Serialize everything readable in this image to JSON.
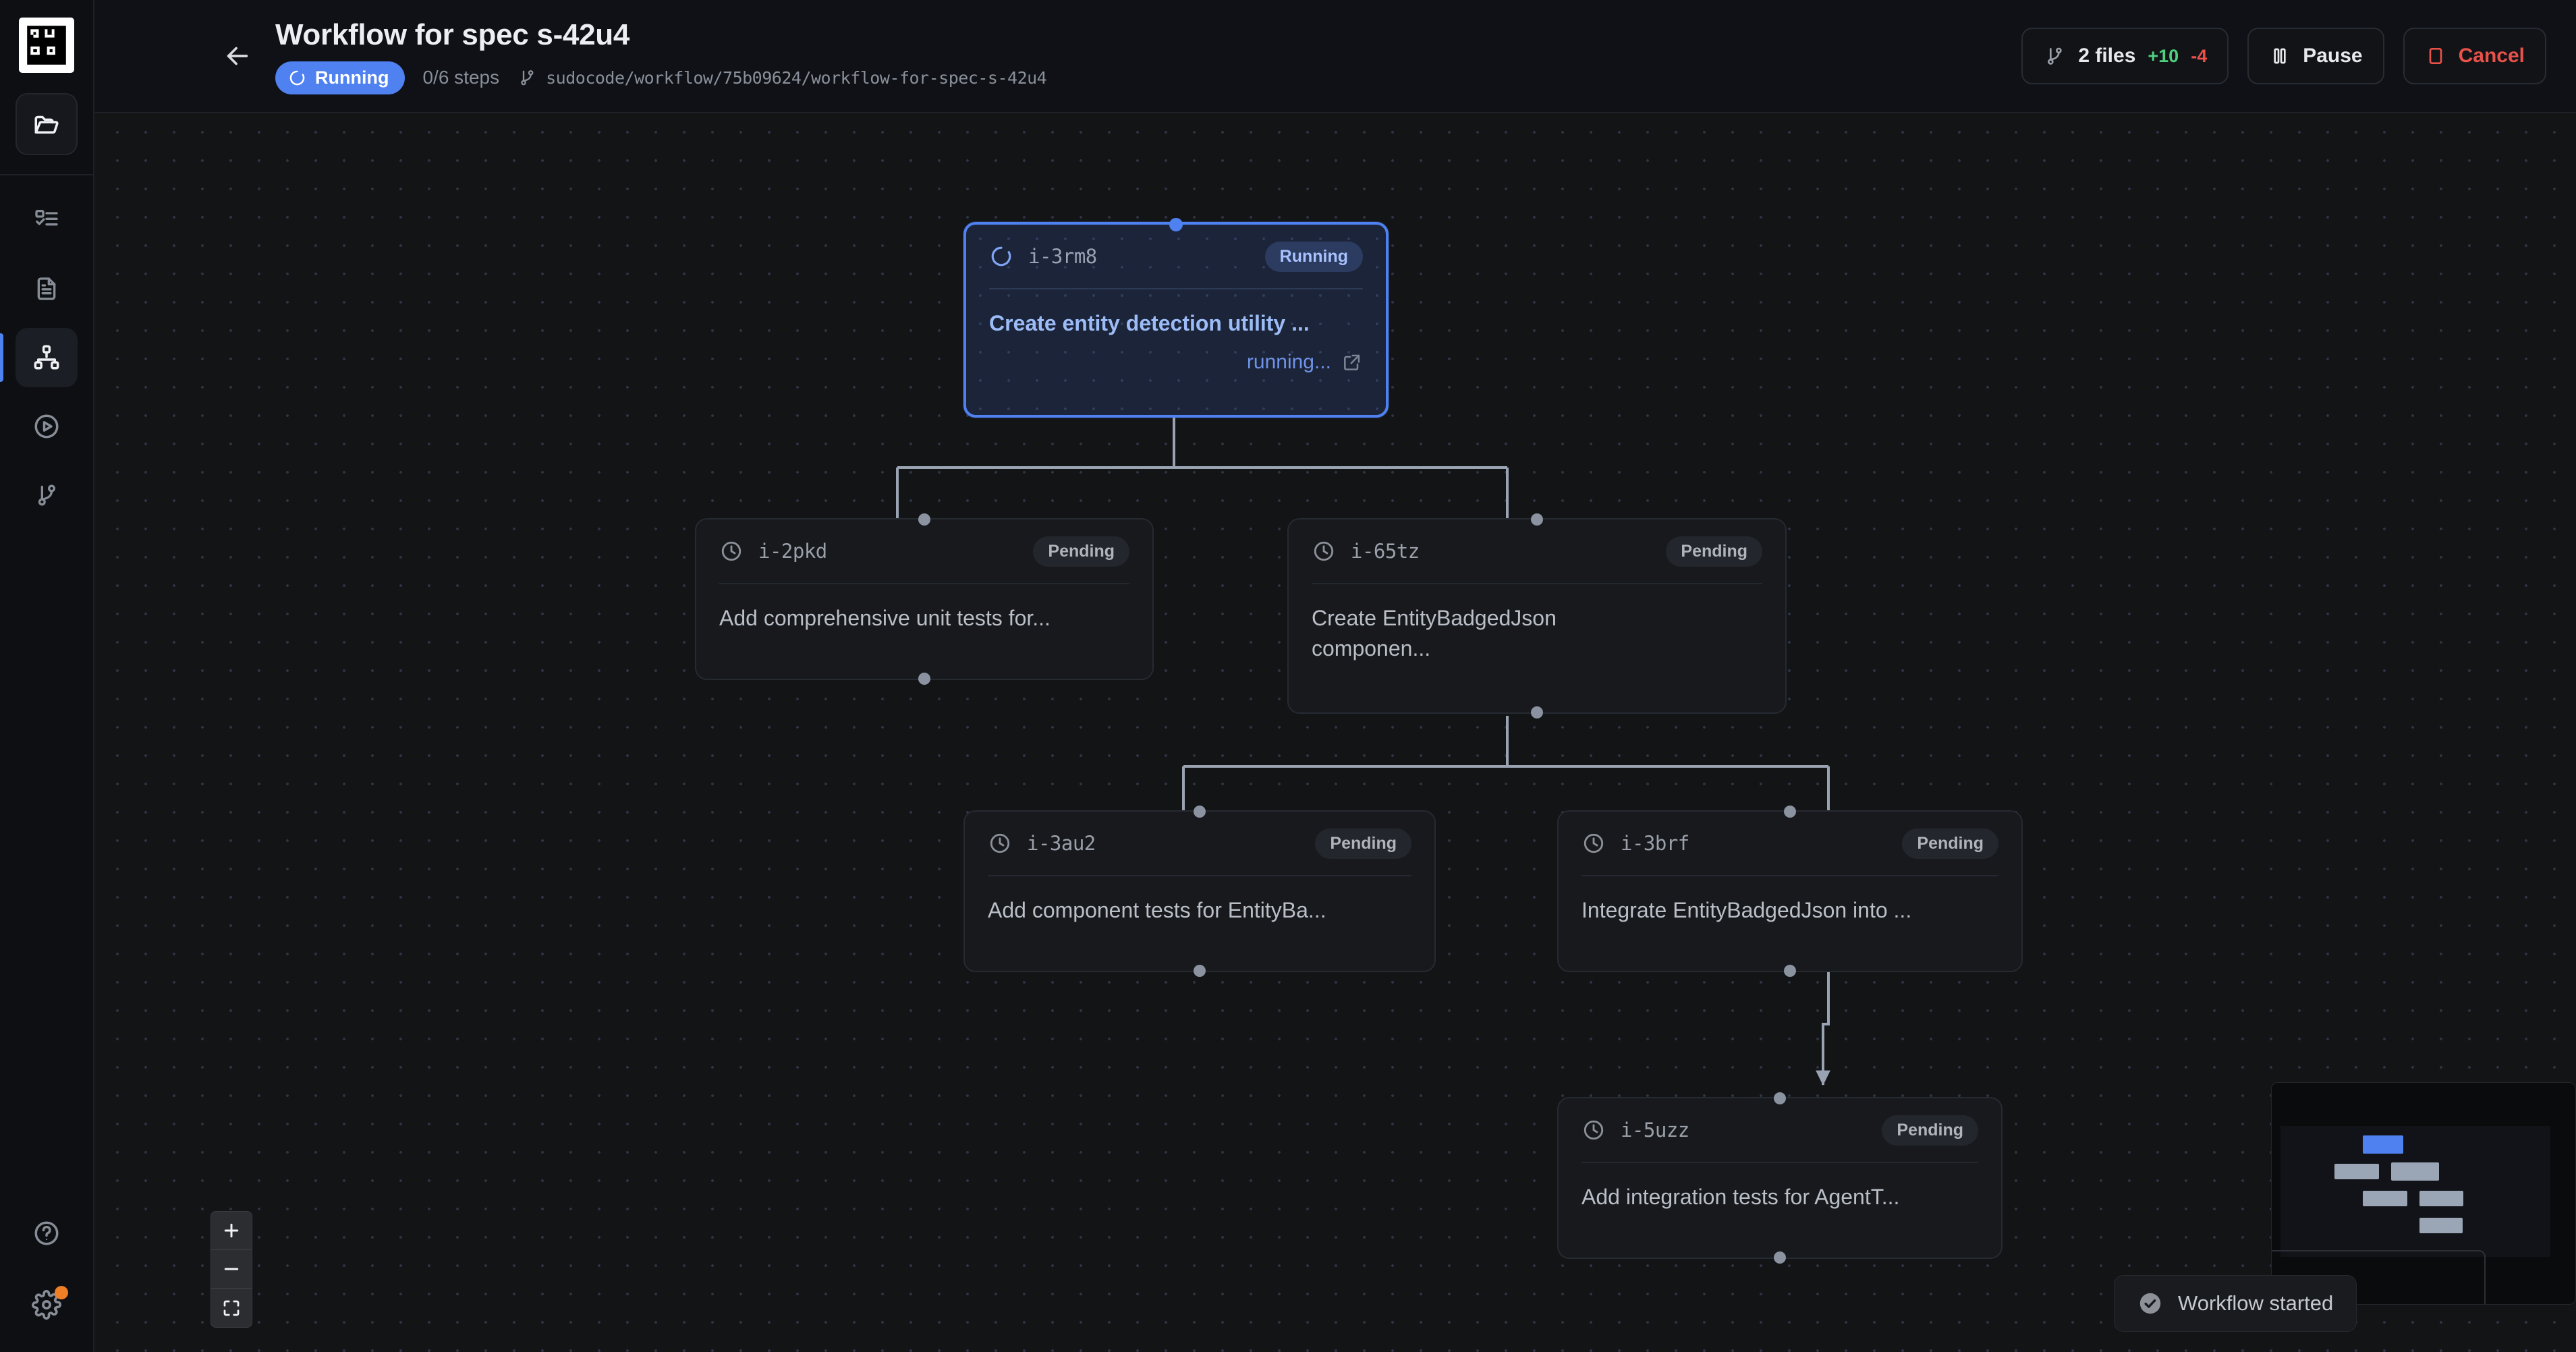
{
  "app": {
    "logo_name": "sudo-logo"
  },
  "sidebar": {
    "top_button": {
      "label": "Projects",
      "icon": "folder-open-icon"
    },
    "items": [
      {
        "label": "Tasks",
        "icon": "list-checks-icon",
        "active": false
      },
      {
        "label": "Specs",
        "icon": "file-text-icon",
        "active": false
      },
      {
        "label": "Workflows",
        "icon": "workflow-icon",
        "active": true
      },
      {
        "label": "Runs",
        "icon": "play-circle-icon",
        "active": false
      },
      {
        "label": "Branches",
        "icon": "git-branch-icon",
        "active": false
      }
    ],
    "bottom_items": [
      {
        "label": "Help",
        "icon": "help-circle-icon",
        "badge": false
      },
      {
        "label": "Settings",
        "icon": "gear-icon",
        "badge": true
      }
    ],
    "badge_color": "#ef7f24",
    "active_indicator_color": "#4f81f0"
  },
  "header": {
    "back_label": "Back",
    "title": "Workflow for spec s-42u4",
    "status_badge": {
      "label": "Running",
      "color": "#4f81f0"
    },
    "steps": "0/6 steps",
    "branch_path": "sudocode/workflow/75b09624/workflow-for-spec-s-42u4",
    "actions": {
      "files": {
        "label": "2 files",
        "additions": "+10",
        "deletions": "-4",
        "add_color": "#4ed07f",
        "del_color": "#e8524a"
      },
      "pause": {
        "label": "Pause"
      },
      "cancel": {
        "label": "Cancel",
        "color": "#e8524a"
      }
    }
  },
  "canvas": {
    "nodes": [
      {
        "id": "i-3rm8",
        "status": "Running",
        "title": "Create entity detection utility ...",
        "link_text": "running...",
        "state": "running",
        "icon": "spinner-icon"
      },
      {
        "id": "i-2pkd",
        "status": "Pending",
        "title": "Add comprehensive unit tests for...",
        "state": "pending",
        "icon": "clock-icon"
      },
      {
        "id": "i-65tz",
        "status": "Pending",
        "title": "Create EntityBadgedJson componen...",
        "state": "pending",
        "icon": "clock-icon"
      },
      {
        "id": "i-3au2",
        "status": "Pending",
        "title": "Add component tests for EntityBa...",
        "state": "pending",
        "icon": "clock-icon"
      },
      {
        "id": "i-3brf",
        "status": "Pending",
        "title": "Integrate EntityBadgedJson into ...",
        "state": "pending",
        "icon": "clock-icon"
      },
      {
        "id": "i-5uzz",
        "status": "Pending",
        "title": "Add integration tests for AgentT...",
        "state": "pending",
        "icon": "clock-icon"
      }
    ],
    "controls": [
      {
        "label": "Zoom in",
        "icon": "plus-icon"
      },
      {
        "label": "Zoom out",
        "icon": "minus-icon"
      },
      {
        "label": "Fit view",
        "icon": "maximize-icon"
      }
    ],
    "minimap_label": "Minimap"
  },
  "toast": {
    "label": "Workflow started",
    "icon": "check-circle-icon"
  }
}
